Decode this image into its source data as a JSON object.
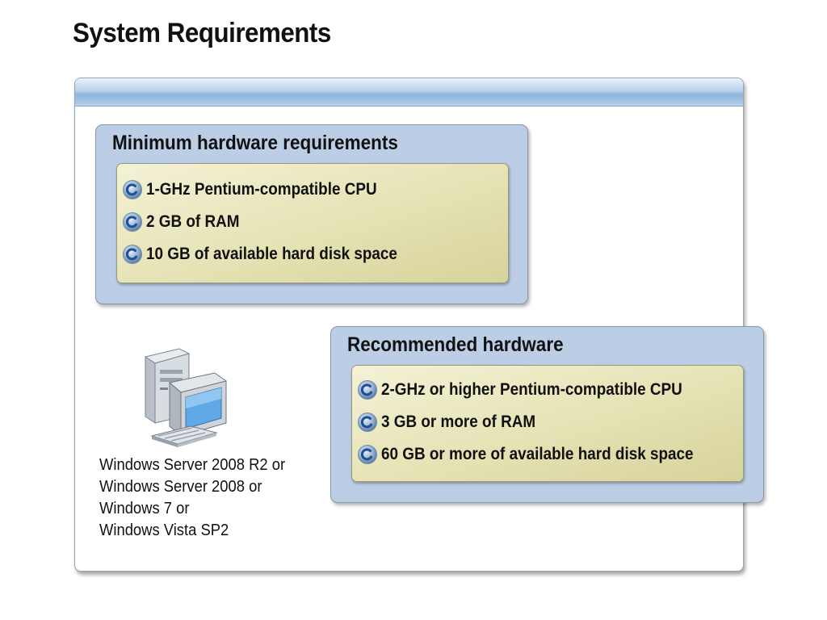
{
  "title": "System Requirements",
  "minimum": {
    "heading": "Minimum hardware requirements",
    "items": [
      "1-GHz Pentium-compatible CPU",
      "2 GB of RAM",
      "10 GB of available hard disk space"
    ]
  },
  "recommended": {
    "heading": "Recommended hardware",
    "items": [
      "2-GHz or higher Pentium-compatible CPU",
      "3 GB or more of RAM",
      "60 GB or more of available hard disk space"
    ]
  },
  "os_list": [
    "Windows Server 2008 R2 or",
    "Windows Server 2008 or",
    "Windows 7 or",
    "Windows Vista SP2"
  ],
  "icons": {
    "bullet": "bullet-orb-icon",
    "computer": "desktop-computer-icon"
  },
  "colors": {
    "header_blue": "#8fb5de",
    "box_blue": "#bccde6",
    "box_olive": "#e5e2b4"
  }
}
